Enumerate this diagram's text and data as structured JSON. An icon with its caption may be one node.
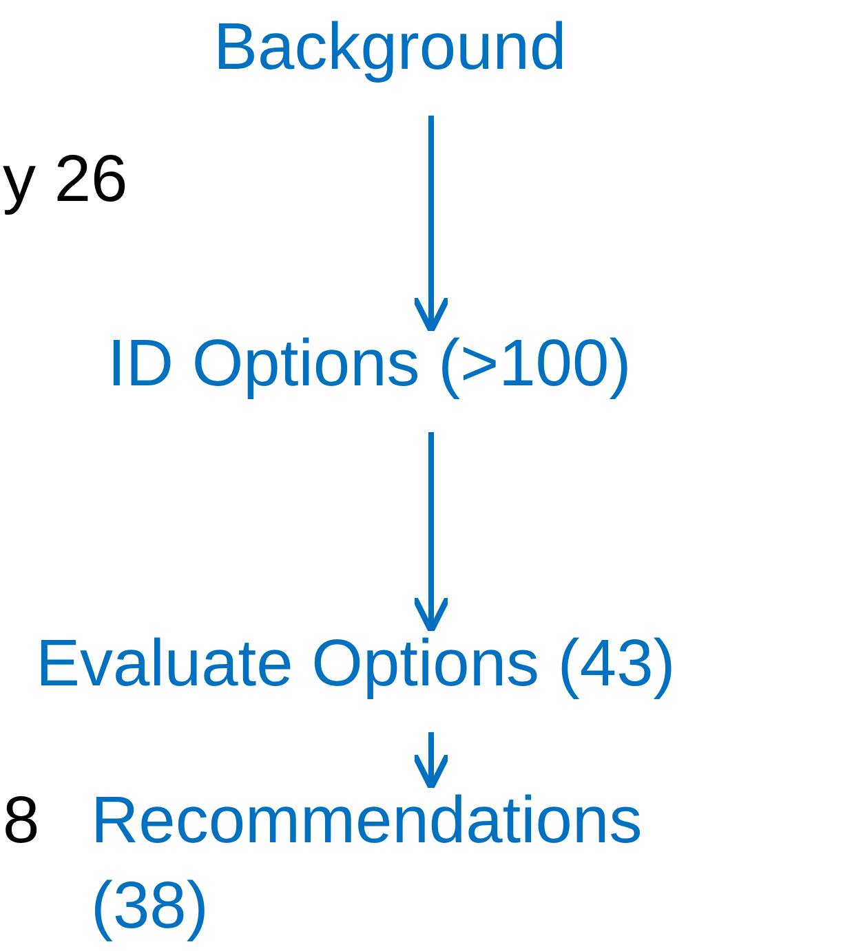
{
  "diagram": {
    "nodes": [
      {
        "text": [
          "Background"
        ]
      },
      {
        "text": [
          "ID Options (>100)"
        ]
      },
      {
        "text": [
          "Evaluate Options (43)"
        ]
      },
      {
        "text": [
          "Recommendations (38)"
        ]
      }
    ],
    "edges": [
      {
        "from": 0,
        "to": 1,
        "arrow": "to"
      },
      {
        "from": 1,
        "to": 2,
        "arrow": "to"
      },
      {
        "from": 2,
        "to": 3,
        "arrow": "to"
      }
    ],
    "labels": [
      "y 26",
      "8"
    ]
  }
}
